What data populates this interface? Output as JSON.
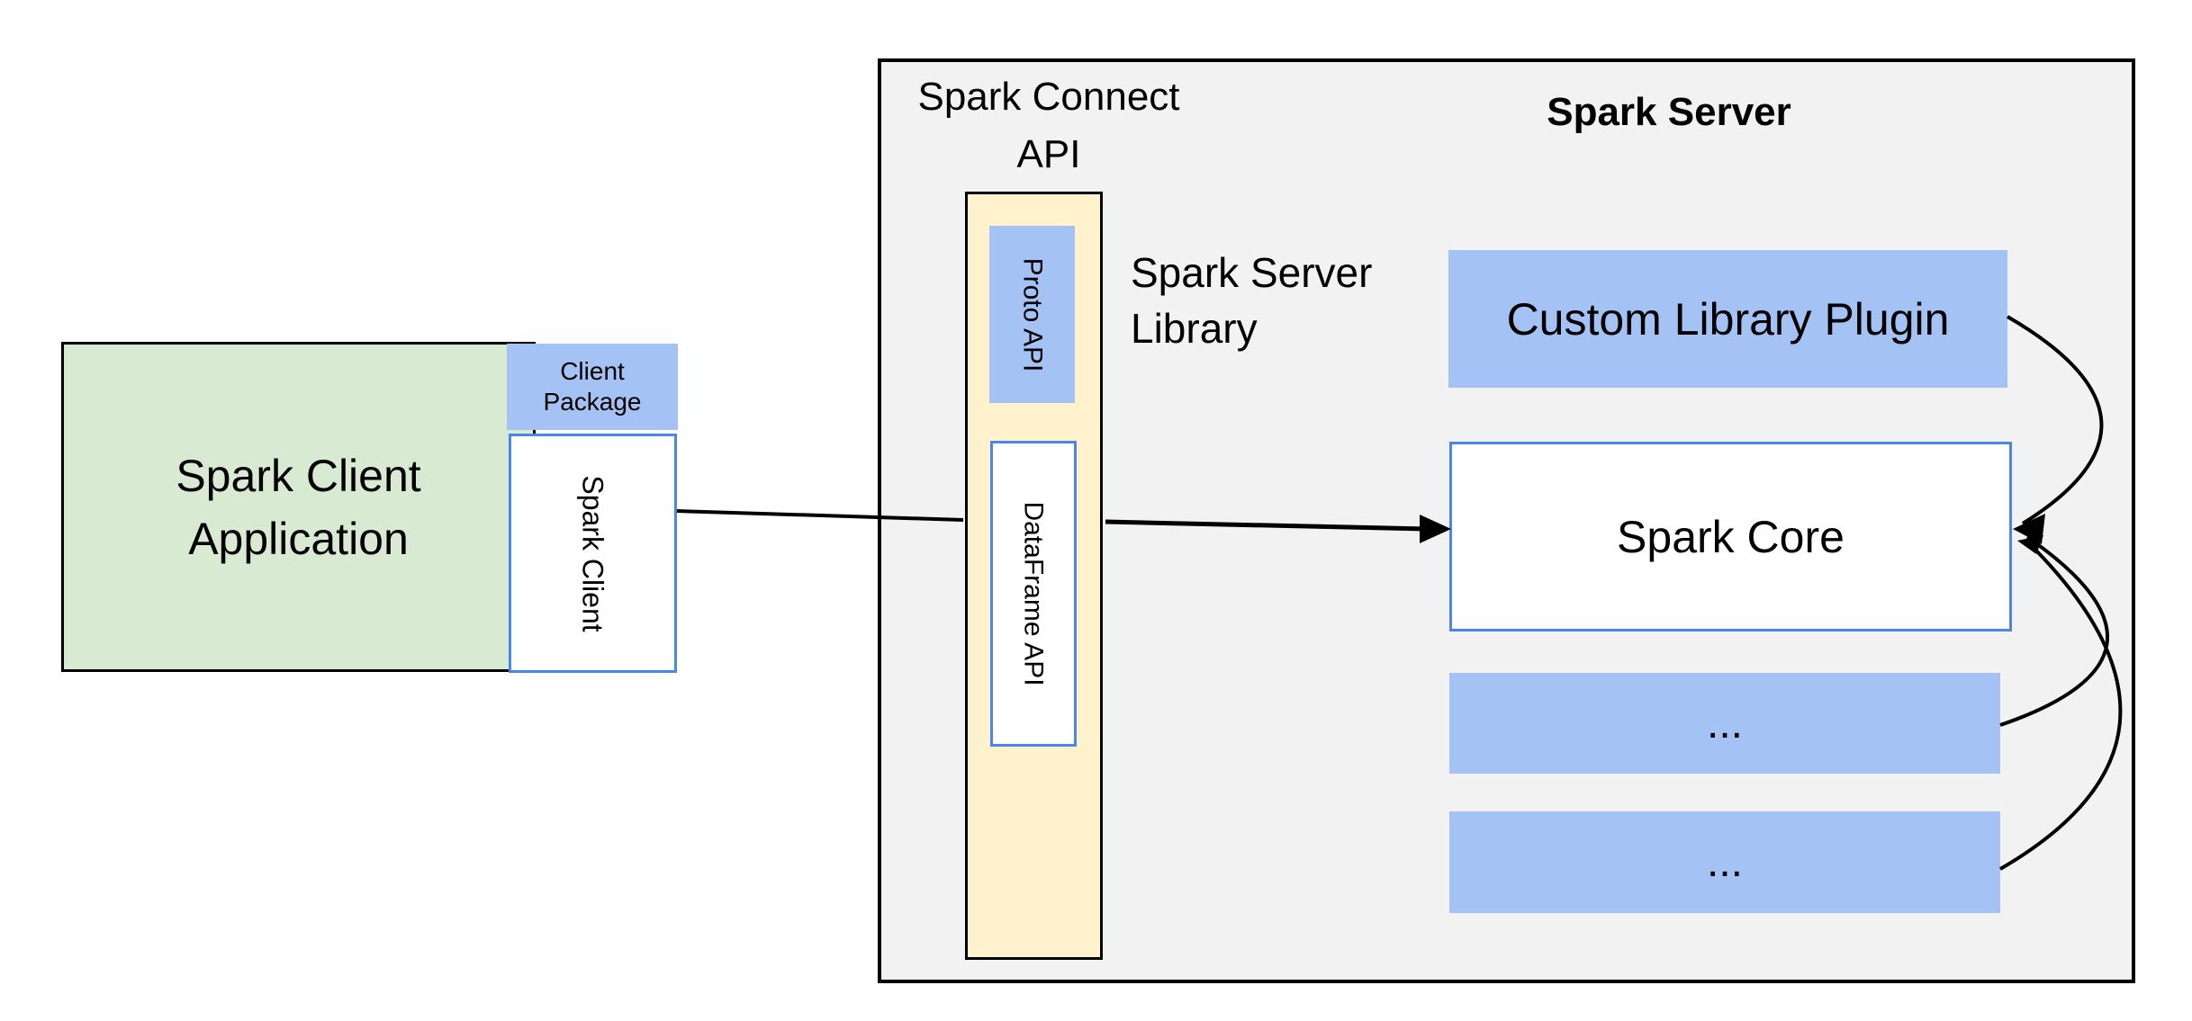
{
  "client": {
    "application_label": "Spark Client\nApplication",
    "package_label": "Client\nPackage",
    "spark_client_label": "Spark Client"
  },
  "connect_api": {
    "title": "Spark Connect\nAPI",
    "proto_label": "Proto API",
    "dataframe_label": "DataFrame API",
    "library_label": "Spark Server\nLibrary"
  },
  "server": {
    "title": "Spark Server",
    "plugin_label": "Custom Library Plugin",
    "core_label": "Spark Core",
    "more_label_1": "...",
    "more_label_2": "..."
  },
  "colors": {
    "client_app_fill": "#d9ead3",
    "accent_blue_fill": "#a4c2f4",
    "library_fill": "#fff2cc",
    "panel_fill": "#f2f2f2",
    "box_border_blue": "#4a86e8",
    "connector_black": "#000000"
  }
}
